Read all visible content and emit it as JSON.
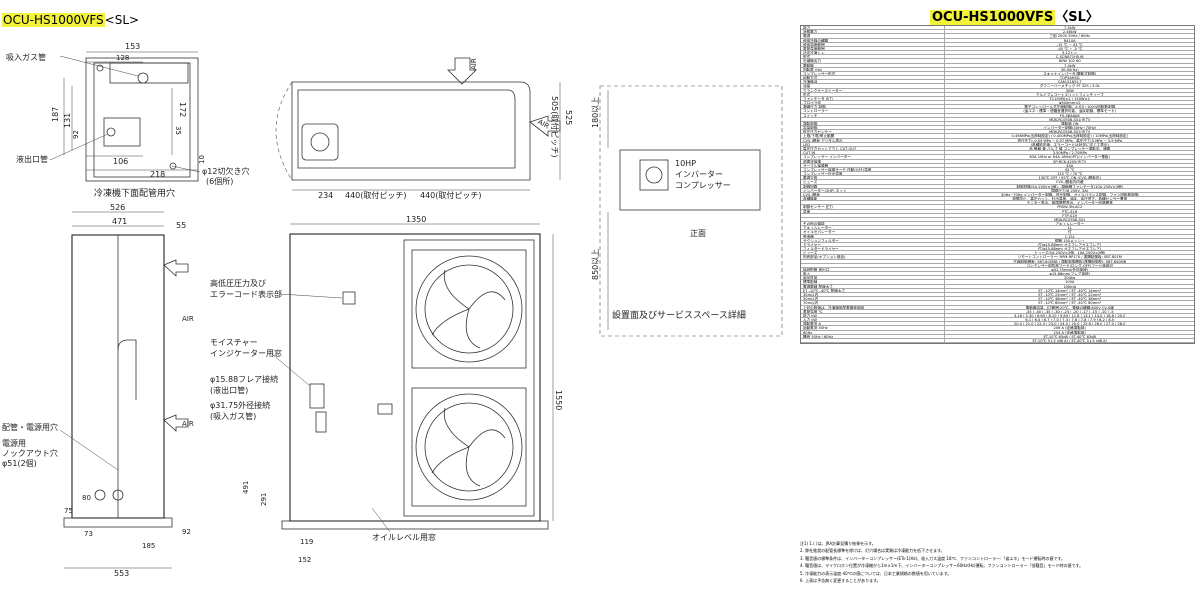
{
  "model": {
    "name": "OCU-HS1000VFS",
    "suffix": "<SL>",
    "suffix_right": "〈SL〉"
  },
  "labels": {
    "suction_port": "吸入ガス管",
    "liquid_port": "液出口管",
    "cut_hole": "φ12切欠き穴",
    "cut_hole_count": "(6個所)",
    "bottom_view_caption": "冷凍機下面配管用穴",
    "air": "AIR",
    "pressure_display": "高低圧圧力及び",
    "pressure_display2": "エラーコード表示部",
    "moisture1": "モイスチャー",
    "moisture2": "インジケーター用窓",
    "flare1": "φ15.88フレア接続",
    "flare2": "(液出口管)",
    "brazed1": "φ31.75外径接続",
    "brazed2": "(吸入ガス管)",
    "wiring_hole": "配管・電源用穴",
    "knockout1": "電源用",
    "knockout2": "ノックアウト穴",
    "knockout3": "φ51(2個)",
    "oil_window": "オイルレベル用窓",
    "inverter1": "10HP",
    "inverter2": "インバーター",
    "inverter3": "コンプレッサー",
    "front": "正面",
    "service_caption": "設置面及びサービススペース詳細",
    "above180": "180以上",
    "above850": "850以上",
    "pitch_left": "440(取付ピッチ)",
    "pitch_right": "440(取付ピッチ)",
    "pitch_v": "505(取付ピッチ)"
  },
  "dims": {
    "d153": "153",
    "d128": "128",
    "d187": "187",
    "d131": "131",
    "d92a": "92",
    "d106": "106",
    "d218": "218",
    "d10": "10",
    "d172": "172",
    "d35": "35",
    "d234": "234",
    "d525": "525",
    "d526": "526",
    "d471": "471",
    "d55": "55",
    "d1350": "1350",
    "d1550": "1550",
    "d80": "80",
    "d75": "75",
    "d73": "73",
    "d185": "185",
    "d92b": "92",
    "d553": "553",
    "d491": "491",
    "d291": "291",
    "d119": "119",
    "d152": "152"
  },
  "spec": {
    "rows": [
      [
        "能力",
        "7.5kW"
      ],
      [
        "消費電力",
        "2.46kW"
      ],
      [
        "電源",
        "三相 200V 50Hz / 60Hz"
      ],
      [
        "使用冷媒の種類",
        "R410A"
      ],
      [
        "使用温度範囲",
        "-15 ℃ ~ 43 ℃"
      ],
      [
        "蒸発温度範囲",
        "-45 ℃ ~ -5 ℃"
      ],
      [
        "法定冷凍トン",
        "5.12トン"
      ],
      [
        "型式",
        "C-SCN871H5.6J"
      ],
      [
        "圧縮機出力",
        "80W 102 60"
      ],
      [
        "電動機",
        "7.4kW"
      ],
      [
        "回転数 (Hz)",
        "30-90(Hz)"
      ],
      [
        "コンプレッサー形式",
        "スキャナインバータ(電動式制御)"
      ],
      [
        "起動方式",
        "TOP5AHSG"
      ],
      [
        "冷凍機油",
        "CAM-S1851-T"
      ],
      [
        "油量",
        "ダフニーハーメチック FF 32S / 3.0L"
      ],
      [
        "クランクケースヒーター",
        "30W"
      ],
      [
        "形式",
        "アルミプレコートスリットフィンチューブ"
      ],
      [
        "ファンモータ 出力",
        "TC150PA×2 / 150W×2"
      ],
      [
        "プロペラ径",
        "φ500mm×2"
      ],
      [
        "凝縮圧力 制御",
        "電子コントロール式圧縮制御による0~100%回転数制御"
      ],
      [
        "コントローラー",
        "(省エネ・標準・低騒音選択可能、油戻制御、標準モード)"
      ],
      [
        "スイッチ",
        "FS-3BA8A6"
      ],
      [
        "",
        "MDK-RC0508-S01(出力)"
      ],
      [
        "運転制御",
        "運転時 ON"
      ],
      [
        "容量制御",
        "インバーター制御(30Hz~70Hz)"
      ],
      [
        "低圧圧力センサー",
        "MDK-RC0508-S01(出力)"
      ],
      [
        "上限/下限/帯止動開",
        "0.498MPa(出荷時設定) / 0.400MPa(出荷時設定) / 10MPa(出荷時設定)"
      ],
      [
        "CVS-J基板 デジタル表示",
        "低圧圧力:-0.09 MPa ~ 0.97 MPa、高圧圧力:0 MPa ~ 3.9 MPa"
      ],
      [
        "LED",
        "(各種設定値、エラーコードは状況に応じて表示)"
      ],
      [
        "高圧圧力カットアウト CUT OUT",
        "赤 警報 黄 バルブ 緑 コンプレッサー運転中、通電"
      ],
      [
        "CUT IN",
        "3.50MPa / 2.70MPa"
      ],
      [
        "コンプレッサー インバーター",
        "63A 10Hz or 64A 18Hz(IPT)(インバーター基板)"
      ],
      [
        "過電流保護",
        "SP-RC6-4205(出力)"
      ],
      [
        "サーマル保護器",
        "45A"
      ],
      [
        "コンプレッサー保護サーモ 作動(OFF)温度",
        "45 ℃"
      ],
      [
        "コンプレッサー吐出温度",
        "115 ℃ / 70 ℃"
      ],
      [
        "電源欠相",
        "130℃ OFF / 95℃ ON (CVS-J基板内)"
      ],
      [
        "ヒューズ",
        "CVS-J基板内内蔵"
      ],
      [
        "制御回路",
        "制御回路(5A 250V×3個)、凝縮器ファンモータ(10A 250V×3個)"
      ],
      [
        "インバーター(2HP) ネット",
        "閉路圧力(8 250V, 3A)"
      ],
      [
        "CVS-J基板",
        "30Hz~70Hz インバーター制御、低圧制御、オイルバランス制御、ファン回転数制御"
      ],
      [
        "各種機能",
        "過昇防止、高圧カット、吐出温度、油戻、油圧低下、各種センサー異常"
      ],
      [
        "",
        "モニター表示、故障履歴表示、インバーター回路異常"
      ],
      [
        "制御センサー 圧力",
        "PRSW-3N-AC2"
      ],
      [
        "温度",
        "PTC-S1H"
      ],
      [
        "",
        "FTP-S1H"
      ],
      [
        "",
        "MDK-RC0508-S01"
      ],
      [
        "その他の機能",
        "アキュムレーター"
      ],
      [
        "アキュムレーター",
        "1L"
      ],
      [
        "オイルセパレーター",
        "付"
      ],
      [
        "受液器",
        "1.15L"
      ],
      [
        "サクションフィルター",
        "銅管 150メッシュ"
      ],
      [
        "ドライヤー",
        "付(φ15.88mm オスフレアオスフレア)"
      ],
      [
        "フィルタードライヤー",
        "付(φ15.88mm オスフレアオスフレア)"
      ],
      [
        "ヒューズ",
        "ヒューズ(5A 250V×2個、10A 250V×2個)"
      ],
      [
        "別売部品(オプション部品)",
        "リモートコントローラー: RPM-RP170 / 遠隔制御板: SBT-801M"
      ],
      [
        "",
        "圧縮制御基板: SBT-600MB / 運転制御基板(遠隔制御型): SBT-600MB"
      ],
      [
        "",
        "コンデンサー用防風フード(ロング-OFF)フード使用可"
      ],
      [
        "接続配管 液出口",
        "φ31.75mm(外径接続)"
      ],
      [
        "吸入",
        "φ15.88mm(フレア接続)"
      ],
      [
        "製品質量",
        "204kg"
      ],
      [
        "標準配線",
        "100A"
      ],
      [
        "電源電線 配線太さ",
        "100mA"
      ],
      [
        "ET -10℃ -40℃ 配線太さ",
        "ET -10℃ 14mm² / ET -40℃ 14mm²"
      ],
      [
        "30m以内",
        "ET -10℃ 22mm² / ET -40℃ 22mm²"
      ],
      [
        "50m以内",
        "ET -10℃ 38mm² / ET -40℃ 38mm²"
      ],
      [
        "70m以内",
        "ET -10℃ 60mm² / ET -40℃ 60mm²"
      ],
      [
        "上記の数値は、冷凍機用配電盤使用時",
        "電動機容量、ET範囲:20℃、電線の種類:600V CV-S線"
      ],
      [
        "蒸発温度 ℃",
        "-45 | -40 | -35 | -30 | -25 | -20 | -17 | -15 | -10 | -5"
      ],
      [
        "能力 kW",
        "4.16 | 5.30 | 6.60 | 8.10 | 9.84 | 11.8 | 13.1 | 14.0 | 16.8 | 20.0"
      ],
      [
        "入力 kW",
        "6.1 | 6.4 | 6.7 | 7.0 | 7.3 | 7.6 | 7.8 | 7.9 | 8.2 | 8.5"
      ],
      [
        "運転電流 A",
        "20.0 | 21.0 | 22.0 | 23.0 | 24.0 | 25.0 | 25.6 | 26.0 | 27.0 | 28.0"
      ],
      [
        "始動電流 50Hz",
        "206 A (定格運転時)"
      ],
      [
        "60Hz",
        "254 A (定格運転時)"
      ],
      [
        "騒音 50Hz / 60Hz",
        "ET-10℃ 65dB / ET-40℃ 63dB"
      ],
      [
        "",
        "ET-10℃ 51.5 (dB A) / ET-40℃ 51.5 (dB A)"
      ]
    ],
    "notes": [
      "注1) 1.( )は、JRA計算見積り結果を示す。",
      "2. 弊社推奨の配管長標準を除けば、灯穴場合は実質は冷凍能力を低下させます。",
      "3. 騒音値の標準条件は、インバーターコンプレッサー(ETs-1(Hz)、吸入ガス温度 18℃、ファンコントローラー:「省エネ」モード運転時の値です。",
      "4. 騒音値は、マイクロホン位置が冷凍機から1m×1m下、インバーターコンプレッサー60Hz(Hz)運転、ファンコントローラー「低騒音」モード時の値です。",
      "5. 冷凍能力の表示温度-40℃の値については、日本工業規格の数値を用いています。",
      "6. 上表は予告無く変更することがあります。"
    ]
  }
}
